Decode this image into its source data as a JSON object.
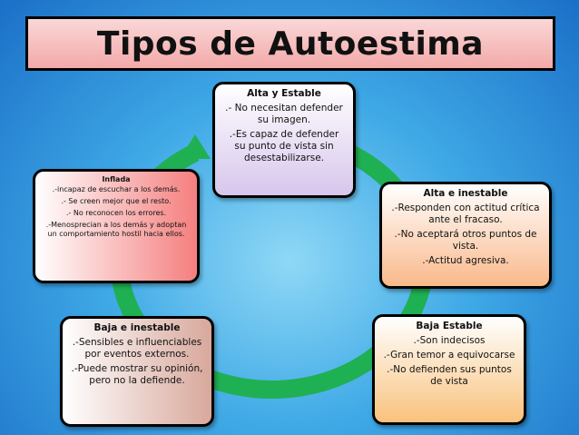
{
  "title": "Tipos de Autoestima",
  "colors": {
    "ring": "#1fb054",
    "title_bg": "#f5b4b4"
  },
  "boxes": {
    "alta_estable": {
      "heading": "Alta y Estable",
      "lines": [
        ".- No necesitan defender su imagen.",
        ".-Es capaz de defender su punto de vista sin desestabilizarse."
      ]
    },
    "inflada": {
      "heading": "Inflada",
      "lines": [
        ".-incapaz de escuchar a los demás.",
        ".- Se creen mejor que el resto.",
        ".- No reconocen los errores.",
        ".-Menosprecian a los demás y adoptan un comportamiento hostil hacia ellos."
      ]
    },
    "alta_inestable": {
      "heading": "Alta e inestable",
      "lines": [
        ".-Responden con actitud crítica ante el fracaso.",
        ".-No aceptará otros puntos de vista.",
        ".-Actitud agresiva."
      ]
    },
    "baja_inestable": {
      "heading": "Baja e inestable",
      "lines": [
        ".-Sensibles e influenciables por eventos externos.",
        ".-Puede mostrar su opinión, pero no la defiende."
      ]
    },
    "baja_estable": {
      "heading": "Baja Estable",
      "lines": [
        ".-Son indecisos",
        ".-Gran temor a equivocarse",
        ".-No defienden sus puntos de vista"
      ]
    }
  }
}
